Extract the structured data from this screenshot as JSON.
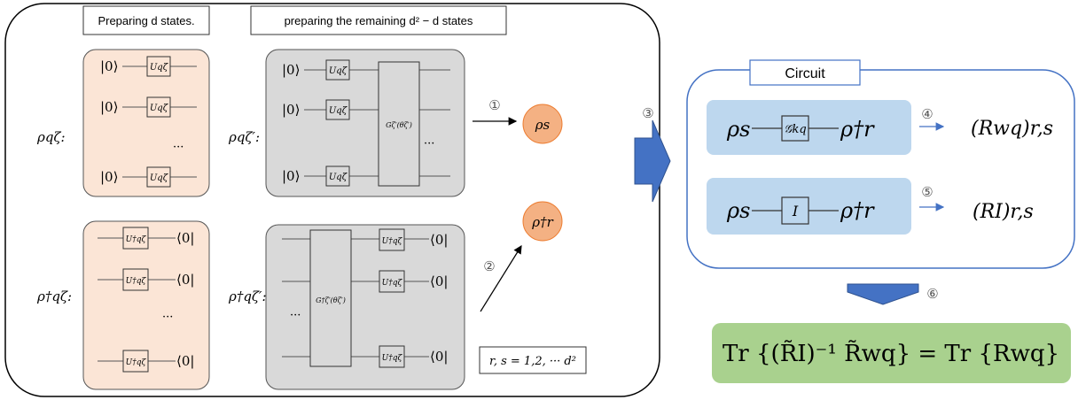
{
  "left_panel": {
    "title_d_states": "Preparing d states.",
    "title_remaining": "preparing the remaining d² − d states",
    "rho_q_zeta": "ρqζ:",
    "rho_q_zeta_prime": "ρqζ′:",
    "rho_q_zeta_dagger": "ρ†qζ:",
    "rho_q_zeta_prime_dagger": "ρ†qζ′:",
    "ket_zero": "|0⟩",
    "bra_zero": "⟨0|",
    "gate_U": "Uqζ",
    "gate_U_dagger": "U†qζ",
    "gate_G": "Gζ′(θζ′)",
    "gate_G_dagger": "G†ζ′(θζ′)",
    "ellipsis": "···",
    "rho_s": "ρs",
    "rho_r_dagger": "ρ†r",
    "step1": "①",
    "step2": "②",
    "range_note": "r, s = 1,2, ··· d²"
  },
  "middle": {
    "step3": "③",
    "step6": "⑥"
  },
  "circuit_panel": {
    "title": "Circuit",
    "row1_left": "ρs",
    "row1_gate": "𝒢kq",
    "row1_right": "ρ†r",
    "row1_step": "④",
    "row1_result": "(Rwq)r,s",
    "row2_left": "ρs",
    "row2_gate": "I",
    "row2_right": "ρ†r",
    "row2_step": "⑤",
    "row2_result": "(RI)r,s"
  },
  "formula": {
    "text": "Tr {(R̃I)⁻¹ R̃wq} = Tr {Rwq}"
  },
  "colors": {
    "peach": "#fbe5d6",
    "gray": "#d9d9d9",
    "blue_light": "#bdd7ee",
    "blue_arrow": "#4472c4",
    "orange": "#f4b183",
    "green": "#a9d18e"
  }
}
